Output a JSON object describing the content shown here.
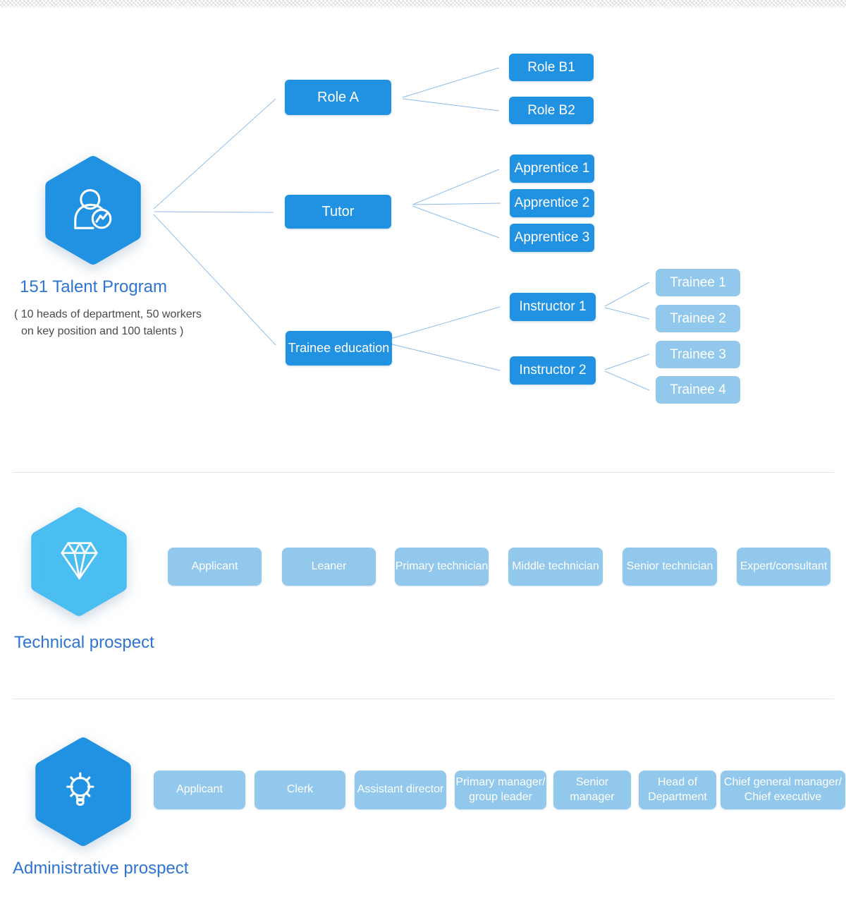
{
  "colors": {
    "primary_blue": "#2191e2",
    "light_blue": "#92c8ec",
    "cyan_hexagon": "#4abdf1",
    "heading_blue": "#2e74d3",
    "connector_line": "#8fbde9",
    "divider_gray": "#e4e4e4",
    "subtitle_gray": "#4a4a4a"
  },
  "program": {
    "title": "151 Talent Program",
    "subtitle_line1": "( 10 heads of department, 50 workers",
    "subtitle_line2": "on key position and 100 talents )",
    "icon": "person-activity-icon"
  },
  "tree": {
    "role_a": "Role A",
    "role_b1": "Role B1",
    "role_b2": "Role B2",
    "tutor": "Tutor",
    "apprentice_1": "Apprentice 1",
    "apprentice_2": "Apprentice 2",
    "apprentice_3": "Apprentice 3",
    "trainee_education": "Trainee education",
    "instructor_1": "Instructor 1",
    "instructor_2": "Instructor 2",
    "trainee_1": "Trainee 1",
    "trainee_2": "Trainee 2",
    "trainee_3": "Trainee 3",
    "trainee_4": "Trainee 4"
  },
  "connections": [
    {
      "from": "151 Talent Program",
      "to": "Role A"
    },
    {
      "from": "151 Talent Program",
      "to": "Tutor"
    },
    {
      "from": "151 Talent Program",
      "to": "Trainee education"
    },
    {
      "from": "Role A",
      "to": "Role B1"
    },
    {
      "from": "Role A",
      "to": "Role B2"
    },
    {
      "from": "Tutor",
      "to": "Apprentice 1"
    },
    {
      "from": "Tutor",
      "to": "Apprentice 2"
    },
    {
      "from": "Tutor",
      "to": "Apprentice 3"
    },
    {
      "from": "Trainee education",
      "to": "Instructor 1"
    },
    {
      "from": "Trainee education",
      "to": "Instructor 2"
    },
    {
      "from": "Instructor 1",
      "to": "Trainee 1"
    },
    {
      "from": "Instructor 1",
      "to": "Trainee 2"
    },
    {
      "from": "Instructor 2",
      "to": "Trainee 3"
    },
    {
      "from": "Instructor 2",
      "to": "Trainee 4"
    }
  ],
  "technical": {
    "heading": "Technical prospect",
    "icon": "diamond-icon",
    "items": [
      "Applicant",
      "Leaner",
      "Primary technician",
      "Middle technician",
      "Senior technician",
      "Expert/consultant"
    ]
  },
  "administrative": {
    "heading": "Administrative prospect",
    "icon": "lightbulb-icon",
    "items": [
      "Applicant",
      "Clerk",
      "Assistant director",
      "Primary manager/\ngroup leader",
      "Senior\nmanager",
      "Head of\nDepartment",
      "Chief general manager/\nChief executive"
    ]
  }
}
